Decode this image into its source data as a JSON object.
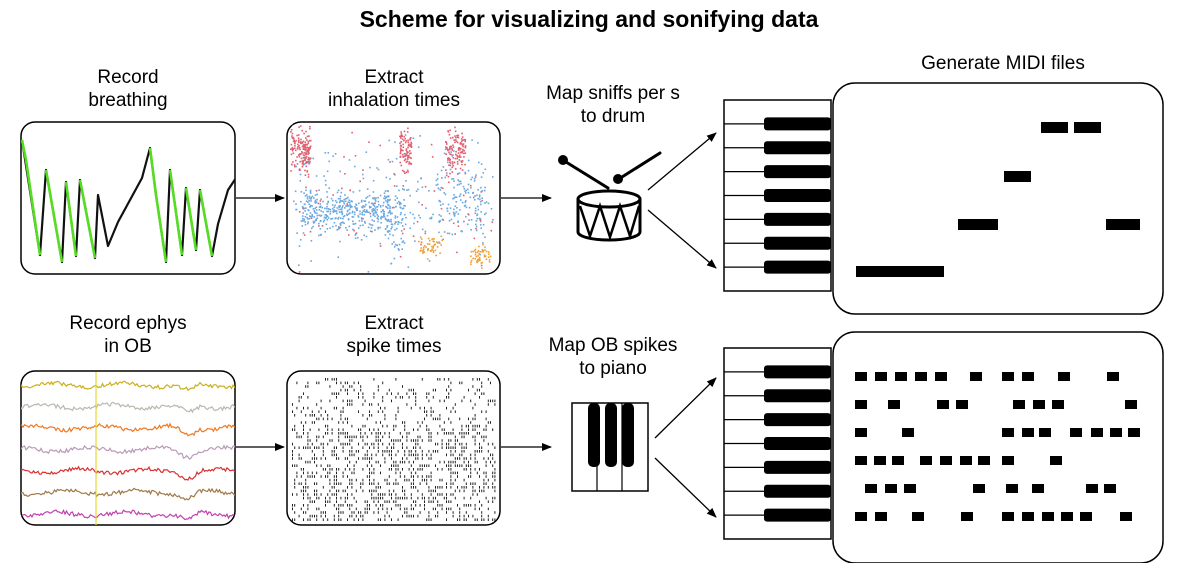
{
  "title": "Scheme for visualizing and sonifying data",
  "steps": {
    "record_breathing": [
      "Record",
      "breathing"
    ],
    "extract_inhalation": [
      "Extract",
      "inhalation times"
    ],
    "map_sniffs": [
      "Map sniffs per s",
      "to drum"
    ],
    "generate_midi": [
      "Generate MIDI files"
    ],
    "record_ephys": [
      "Record ephys",
      "in OB"
    ],
    "extract_spikes": [
      "Extract",
      "spike times"
    ],
    "map_spikes": [
      "Map OB spikes",
      "to piano"
    ]
  },
  "colors": {
    "breath_green": "#55dd22",
    "inhale_red": "#e06070",
    "inhale_blue": "#6aa8e0",
    "inhale_orange": "#f0a030",
    "ephys": [
      "#c8b020",
      "#b8b8b0",
      "#f07820",
      "#b89ab8",
      "#d83030",
      "#a07848",
      "#c040b0"
    ]
  },
  "icons": [
    "drum-icon",
    "piano-keys-icon",
    "piano-roll-keyboard-icon"
  ]
}
